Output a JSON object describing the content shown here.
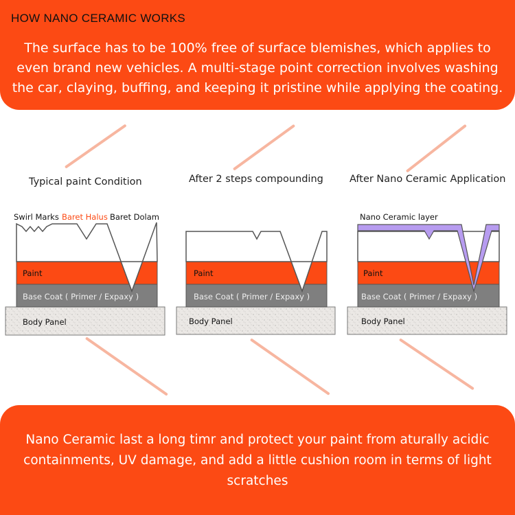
{
  "top": {
    "heading": "HOW NANO CERAMIC WORKS",
    "body": "The surface has to be 100% free of surface blemishes, which applies to even brand new vehicles. A multi-stage point correction involves washing the car, claying, buffing, and keeping it pristine while applying the coating."
  },
  "panels": [
    {
      "title": "Typical paint Condition",
      "scratch_labels": [
        "Swirl Marks",
        "Baret Halus",
        "Baret Dolam"
      ],
      "layers": [
        "Paint",
        "Base Coat ( Primer / Expaxy )",
        "Body Panel"
      ]
    },
    {
      "title": "After 2 steps compounding",
      "layers": [
        "Paint",
        "Base Coat ( Primer / Expaxy )",
        "Body Panel"
      ]
    },
    {
      "title": "After Nano Ceramic Application",
      "coating_label": "Nano Ceramic layer",
      "layers": [
        "Paint",
        "Base Coat ( Primer / Expaxy )",
        "Body Panel"
      ]
    }
  ],
  "bottom": {
    "body": "Nano Ceramic last a long timr and protect your paint from aturally acidic containments, UV damage, and add a little cushion room in terms of light scratches"
  },
  "colors": {
    "accent": "#fc4a14",
    "highlight_label": "#fc4a14",
    "paint": "#fc4a14",
    "base_coat": "#7f7f7f",
    "body_panel": "#e9e6e3",
    "nano_layer": "#b79cf0",
    "connector": "#f7b6a0"
  }
}
